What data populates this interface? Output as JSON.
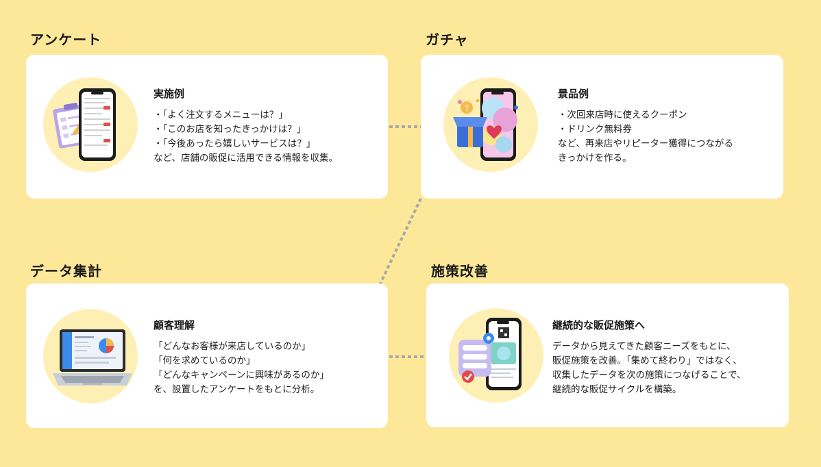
{
  "sections": [
    {
      "title": "アンケート",
      "heading": "実施例",
      "lines": [
        "・「よく注文するメニューは？」",
        "・「このお店を知ったきっかけは？」",
        "・「今後あったら嬉しいサービスは？」",
        "など、店舗の販促に活用できる情報を収集。"
      ],
      "illustration": "phone-with-clipboard-survey"
    },
    {
      "title": "ガチャ",
      "heading": "景品例",
      "lines": [
        "・次回来店時に使えるクーポン",
        "・ドリンク無料券",
        "など、再来店やリピーター獲得につながる",
        "きっかけを作る。"
      ],
      "illustration": "phone-with-gift-box"
    },
    {
      "title": "データ集計",
      "heading": "顧客理解",
      "lines": [
        "「どんなお客様が来店しているのか」",
        "「何を求めているのか」",
        "「どんなキャンペーンに興味があるのか」",
        "を、設置したアンケートをもとに分析。"
      ],
      "illustration": "laptop-with-dashboard"
    },
    {
      "title": "施策改善",
      "heading": "継続的な販促施策へ",
      "lines": [
        "データから見えてきた顧客ニーズをもとに、",
        "販促施策を改善。「集めて終わり」ではなく、",
        "収集したデータを次の施策につなげることで、",
        "継続的な販促サイクルを構築。"
      ],
      "illustration": "phone-with-checklist"
    }
  ],
  "colors": {
    "background": "#FDE89A",
    "card": "#FFFFFF",
    "circle": "#FEF0B4",
    "connector": "#A9A9A9"
  }
}
